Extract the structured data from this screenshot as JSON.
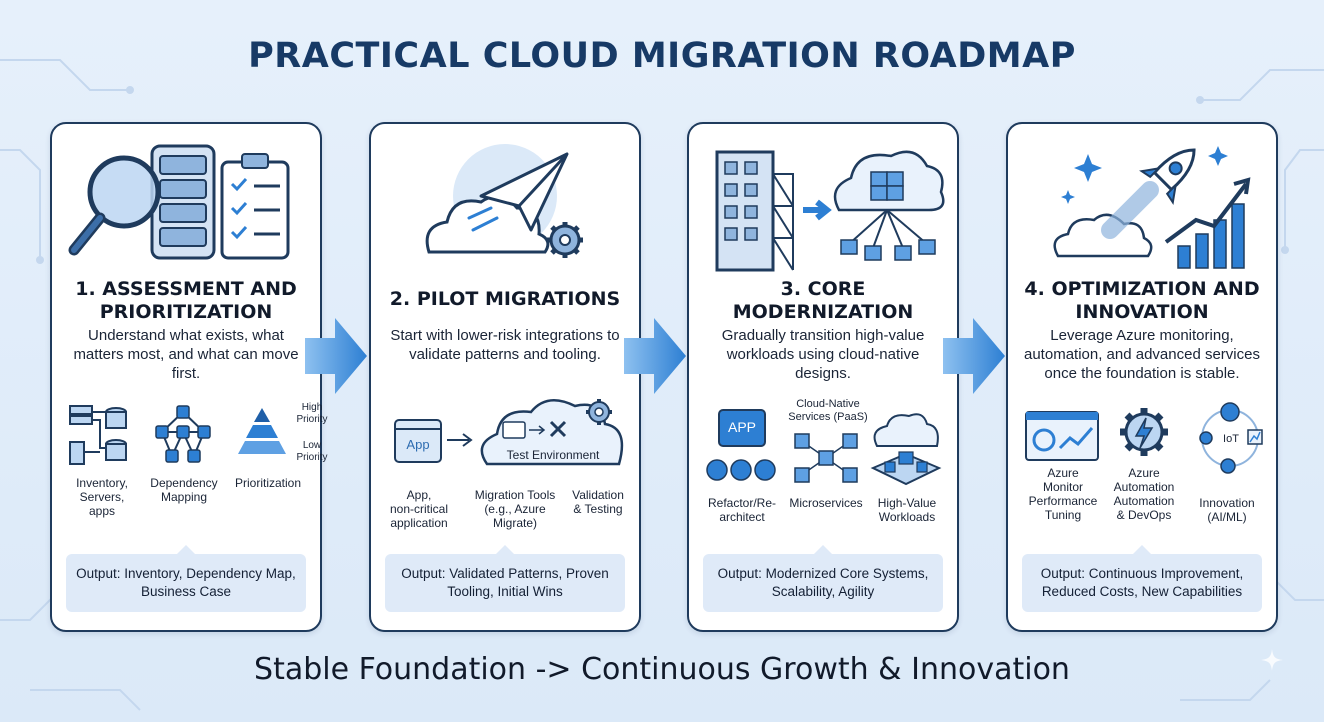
{
  "title": "PRACTICAL CLOUD MIGRATION ROADMAP",
  "footer": "Stable Foundation -> Continuous Growth & Innovation",
  "colors": {
    "navy": "#173a66",
    "accent": "#2d7fd3",
    "light_blue": "#dfeaf8"
  },
  "stages": [
    {
      "title": "1. ASSESSMENT AND\nPRIORITIZATION",
      "description": "Understand what exists, what matters most, and what can move first.",
      "items": [
        {
          "label": "Inventory,\nServers,\napps",
          "icon": "servers-database-icon"
        },
        {
          "label": "Dependency\nMapping",
          "icon": "network-graph-icon"
        },
        {
          "label": "Prioritization",
          "icon": "pyramid-icon"
        }
      ],
      "pyramid_high": "High\nPriority",
      "pyramid_low": "Low\nPriority",
      "output": "Output: Inventory, Dependency Map, Business Case"
    },
    {
      "title": "2. PILOT MIGRATIONS",
      "description": "Start with lower-risk integrations to validate patterns and tooling.",
      "app_box": "App",
      "cloud_label": "Test Environment",
      "items": [
        {
          "label": "App,\nnon-critical\napplication",
          "icon": "app-window-icon"
        },
        {
          "label": "Migration Tools\n(e.g., Azure\nMigrate)",
          "icon": "tools-icon"
        },
        {
          "label": "Validation\n& Testing",
          "icon": "gear-icon"
        }
      ],
      "output": "Output: Validated Patterns, Proven Tooling, Initial Wins"
    },
    {
      "title": "3. CORE\nMODERNIZATION",
      "description": "Gradually transition high-value workloads using cloud-native designs.",
      "app_box": "APP",
      "services_label": "Cloud-Native\nServices (PaaS)",
      "items": [
        {
          "label": "Refactor/Re-\narchitect",
          "icon": "refactor-icon"
        },
        {
          "label": "Microservices",
          "icon": "microservices-icon"
        },
        {
          "label": "High-Value\nWorkloads",
          "icon": "cloud-workload-icon"
        }
      ],
      "output": "Output: Modernized Core Systems, Scalability, Agility"
    },
    {
      "title": "4. OPTIMIZATION AND\nINNOVATION",
      "description": "Leverage Azure monitoring, automation, and advanced services once the foundation is stable.",
      "iot_label": "IoT",
      "items": [
        {
          "label": "Azure\nMonitor\nPerformance\nTuning",
          "icon": "monitor-dashboard-icon"
        },
        {
          "label": "Azure\nAutomation\nAutomation\n& DevOps",
          "icon": "automation-gear-icon"
        },
        {
          "label": "Innovation\n(AI/ML)",
          "icon": "brain-icon"
        }
      ],
      "output": "Output: Continuous Improvement, Reduced Costs, New Capabilities"
    }
  ]
}
